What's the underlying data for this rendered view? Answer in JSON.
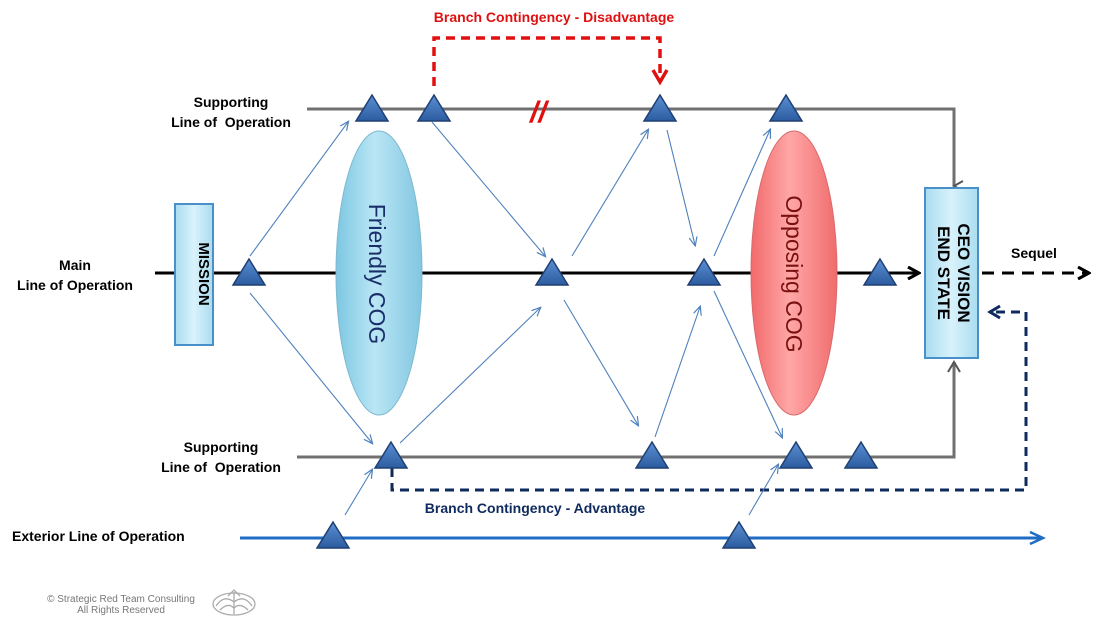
{
  "labels": {
    "branch_disadvantage": "Branch Contingency - Disadvantage",
    "branch_advantage": "Branch Contingency - Advantage",
    "supporting_top_line1": "Supporting",
    "supporting_top_line2": "Line of  Operation",
    "supporting_bottom_line1": "Supporting",
    "supporting_bottom_line2": "Line of  Operation",
    "main_line1": "Main",
    "main_line2": "Line of Operation",
    "exterior": "Exterior Line of Operation",
    "mission": "MISSION",
    "friendly_cog": "Friendly COG",
    "opposing_cog": "Opposing COG",
    "end_state_line1": "CEO VISION",
    "end_state_line2": "END STATE",
    "sequel": "Sequel",
    "break_mark": "//"
  },
  "footer": {
    "copyright_line1": "© Strategic Red Team Consulting",
    "copyright_line2": "All Rights Reserved"
  },
  "colors": {
    "triangle_fill": "#3a6fb8",
    "triangle_stroke": "#1f3f73",
    "arrow_blue": "#4f81bd",
    "exterior_blue": "#1f6cc4",
    "disadvantage_red": "#e01010",
    "advantage_navy": "#0f2a5e",
    "friendly_cog_fill": "#9bd6ec",
    "opposing_cog_fill": "#f77f80",
    "box_fill": "#c6e9f6",
    "box_stroke": "#4a90c8",
    "line_gray": "#707070"
  }
}
